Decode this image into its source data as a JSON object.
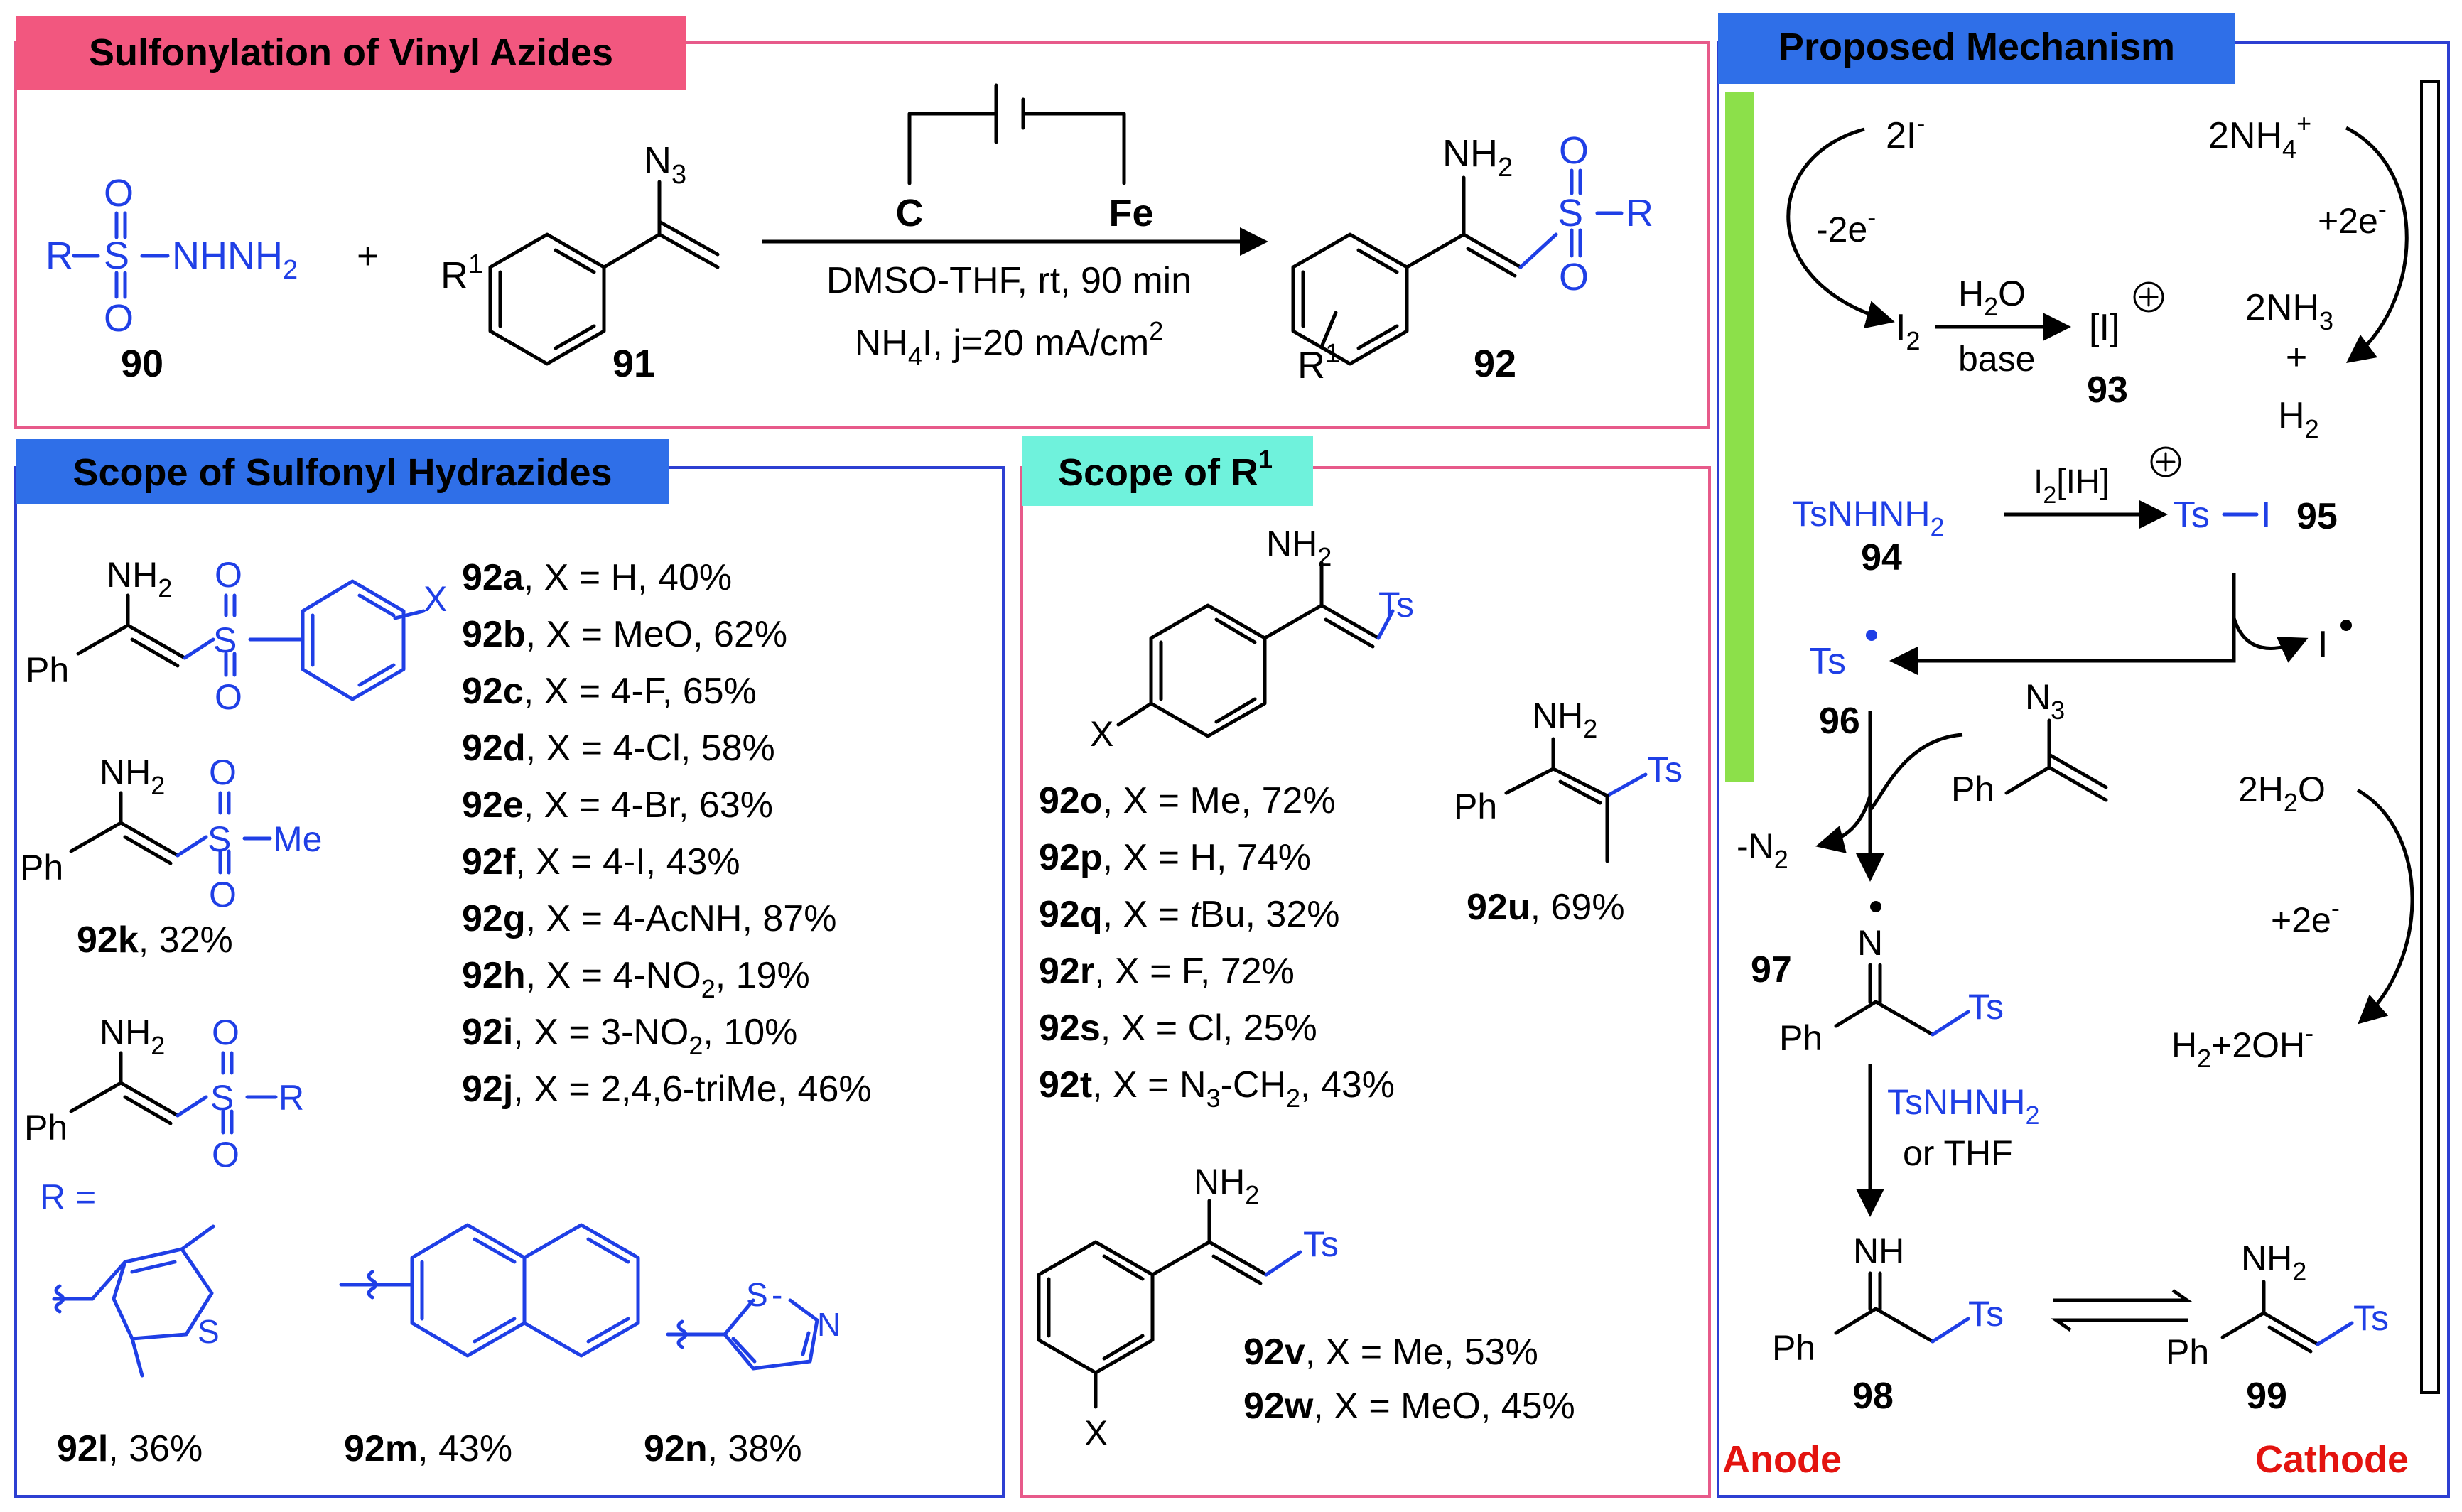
{
  "panels": {
    "vinyl": {
      "title": "Sulfonylation of Vinyl Azides",
      "header_color": "#f2577f",
      "border_color": "#e75a8a"
    },
    "scope_sulfonyl": {
      "title": "Scope of Sulfonyl Hydrazides",
      "header_color": "#2f6fe8",
      "border_color": "#2d3fd2"
    },
    "scope_r1": {
      "title": "Scope of R",
      "title_sup": "1",
      "header_color": "#6ff2dc",
      "border_color": "#e75a8a"
    },
    "mechanism": {
      "title": "Proposed Mechanism",
      "header_color": "#2f6fe8",
      "border_color": "#2d3fd2",
      "anode": "Anode",
      "cathode": "Cathode",
      "anode_bar_color": "#8ce04a"
    }
  },
  "reaction": {
    "sulfonyl": {
      "R": "R",
      "S": "S",
      "O_top": "O",
      "O_bottom": "O",
      "hydrazine": "NHNH",
      "sub": "2",
      "label": "90"
    },
    "plus": "+",
    "azide": {
      "N3": "N",
      "N3_sub": "3",
      "R1": "R",
      "R1_sup": "1",
      "label": "91"
    },
    "electrodes": {
      "left": "C",
      "right": "Fe"
    },
    "conditions_line1": "DMSO-THF, rt, 90 min",
    "conditions_line2_a": "NH",
    "conditions_line2_sub": "4",
    "conditions_line2_b": "I, j=20 mA/cm",
    "conditions_line2_sup": "2",
    "product": {
      "NH2": "NH",
      "NH2_sub": "2",
      "S": "S",
      "R": "R",
      "O_top": "O",
      "O_bottom": "O",
      "R1": "R",
      "R1_sup": "1",
      "label": "92"
    }
  },
  "scope_sulfonyl": {
    "aryl_X": "X",
    "Ph": "Ph",
    "NH2": "NH",
    "NH2_sub": "2",
    "S": "S",
    "O": "O",
    "Me": "Me",
    "R": "R",
    "R_equals": "R =",
    "S_ring": "S",
    "N_ring": "N",
    "entries": [
      {
        "id": "92a",
        "text": ", X = H, 40%"
      },
      {
        "id": "92b",
        "text": ", X = MeO, 62%"
      },
      {
        "id": "92c",
        "text": ", X = 4-F, 65%"
      },
      {
        "id": "92d",
        "text": ", X = 4-Cl, 58%"
      },
      {
        "id": "92e",
        "text": ", X = 4-Br, 63%"
      },
      {
        "id": "92f",
        "text": ", X = 4-I, 43%"
      },
      {
        "id": "92g",
        "text": ", X = 4-AcNH, 87%"
      },
      {
        "id": "92h",
        "text": ", X = 4-NO",
        "sub": "2",
        "tail": ", 19%"
      },
      {
        "id": "92i",
        "text": ", X = 3-NO",
        "sub": "2",
        "tail": ", 10%"
      },
      {
        "id": "92j",
        "text": ", X = 2,4,6-triMe, 46%"
      }
    ],
    "k_label": {
      "id": "92k",
      "text": ", 32%"
    },
    "l_label": {
      "id": "92l",
      "text": ", 36%"
    },
    "m_label": {
      "id": "92m",
      "text": ", 43%"
    },
    "n_label": {
      "id": "92n",
      "text": ", 38%"
    }
  },
  "scope_r1": {
    "NH2": "NH",
    "NH2_sub": "2",
    "Ts": "Ts",
    "X": "X",
    "Ph": "Ph",
    "entries_para": [
      {
        "id": "92o",
        "text": ", X = Me, 72%"
      },
      {
        "id": "92p",
        "text": ", X = H, 74%"
      },
      {
        "id": "92q",
        "pre": ", X = ",
        "ital": "t",
        "text": "Bu, 32%"
      },
      {
        "id": "92r",
        "text": ", X = F, 72%"
      },
      {
        "id": "92s",
        "text": ", X = Cl, 25%"
      },
      {
        "id": "92t",
        "text": ", X = N",
        "sub": "3",
        "tail": "-CH",
        "sub2": "2",
        "tail2": ", 43%"
      }
    ],
    "u_label": {
      "id": "92u",
      "text": ", 69%"
    },
    "entries_meta": [
      {
        "id": "92v",
        "text": ", X = Me, 53%"
      },
      {
        "id": "92w",
        "text": ", X = MeO, 45%"
      }
    ]
  },
  "mechanism": {
    "iodide": "2I",
    "iodide_sup": "-",
    "minus_2e": "-2e",
    "minus_2e_sup": "-",
    "I2": "I",
    "I2_sub": "2",
    "H2O": "H",
    "H2O_sub": "2",
    "H2O_tail": "O",
    "base": "base",
    "Iplus": "[I]",
    "label_93": "93",
    "ammonium": "2NH",
    "ammonium_sub": "4",
    "ammonium_sup": "+",
    "plus_2e": "+2e",
    "plus_2e_sup": "-",
    "NH3": "2NH",
    "NH3_sub": "3",
    "plus": "+",
    "H2": "H",
    "H2_sub": "2",
    "TsNHNH2": "TsNHNH",
    "TsNHNH2_sub": "2",
    "label_94": "94",
    "reagent_I2IH": "I",
    "reagent_I2IH_sub": "2",
    "reagent_I2IH_tail": "[IH]",
    "TsI": "Ts",
    "TsI_I": "I",
    "label_95": "95",
    "I_radical": "I",
    "Ts_radical": "Ts",
    "label_96": "96",
    "N3": "N",
    "N3_sub": "3",
    "Ph": "Ph",
    "minus_N2": "-N",
    "minus_N2_sub": "2",
    "water": "2H",
    "water_sub": "2",
    "water_tail": "O",
    "plus_2e_b": "+2e",
    "plus_2e_b_sup": "-",
    "label_97": "97",
    "N": "N",
    "Ts": "Ts",
    "hydroxide": "H",
    "hydroxide_sub": "2",
    "hydroxide_tail": "+2OH",
    "hydroxide_sup": "-",
    "TsNHNH2_b": "TsNHNH",
    "TsNHNH2_b_sub": "2",
    "or_THF": "or THF",
    "NH": "NH",
    "label_98": "98",
    "NH2": "NH",
    "NH2_sub": "2",
    "label_99": "99"
  }
}
